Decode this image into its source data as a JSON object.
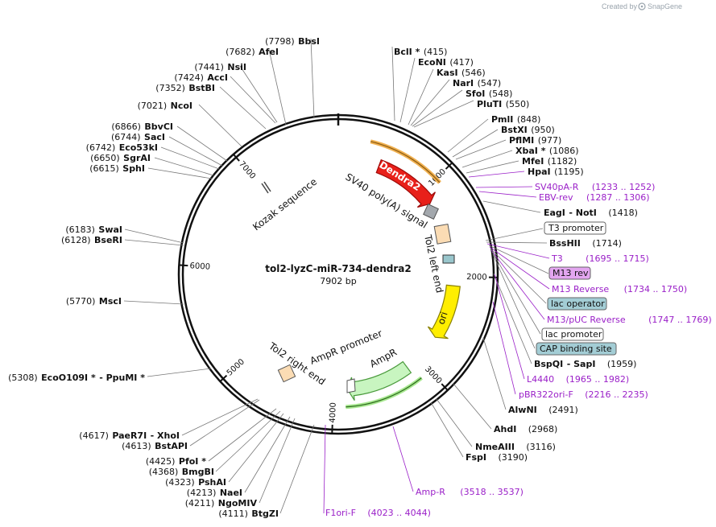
{
  "brand": {
    "created_by": "Created by",
    "name": "SnapGene"
  },
  "plasmid": {
    "name": "tol2-lyzC-miR-734-dendra2",
    "size_label": "7902 bp",
    "length": 7902
  },
  "ticks": [
    {
      "pos": 1000,
      "label": "1000"
    },
    {
      "pos": 2000,
      "label": "2000"
    },
    {
      "pos": 3000,
      "label": "3000"
    },
    {
      "pos": 4000,
      "label": "4000"
    },
    {
      "pos": 5000,
      "label": "5000"
    },
    {
      "pos": 6000,
      "label": "6000"
    },
    {
      "pos": 7000,
      "label": "7000"
    }
  ],
  "features": [
    {
      "name": "Dendra2",
      "start": 450,
      "end": 1150,
      "color": "#e8201a",
      "stroke": "#9e0a08"
    },
    {
      "name": "ori",
      "start": 2100,
      "end": 2700,
      "color": "#ffee00",
      "stroke": "#8a8100"
    },
    {
      "name": "AmpR",
      "start": 3150,
      "end": 3850,
      "color": "#c8f5c0",
      "stroke": "#4a9a3c"
    }
  ],
  "feature_labels": {
    "sv40": "SV40 poly(A) signal",
    "tol2_left": "Tol2 left end",
    "kozak": "Kozak sequence",
    "tol2_right": "Tol2 right end",
    "ampr_promoter": "AmpR promoter",
    "ampr": "AmpR",
    "ori": "ori",
    "dendra2": "Dendra2"
  },
  "right_labels": [
    {
      "name": "BclI *",
      "pos": "(415)",
      "type": "enzyme"
    },
    {
      "name": "EcoNI",
      "pos": "(417)",
      "type": "enzyme"
    },
    {
      "name": "KasI",
      "pos": "(546)",
      "type": "enzyme"
    },
    {
      "name": "NarI",
      "pos": "(547)",
      "type": "enzyme"
    },
    {
      "name": "SfoI",
      "pos": "(548)",
      "type": "enzyme"
    },
    {
      "name": "PluTI",
      "pos": "(550)",
      "type": "enzyme"
    },
    {
      "name": "PmlI",
      "pos": "(848)",
      "type": "enzyme"
    },
    {
      "name": "BstXI",
      "pos": "(950)",
      "type": "enzyme"
    },
    {
      "name": "PflMI",
      "pos": "(977)",
      "type": "enzyme"
    },
    {
      "name": "XbaI *",
      "pos": "(1086)",
      "type": "enzyme"
    },
    {
      "name": "MfeI",
      "pos": "(1182)",
      "type": "enzyme"
    },
    {
      "name": "HpaI",
      "pos": "(1195)",
      "type": "enzyme"
    },
    {
      "name": "SV40pA-R",
      "pos": "(1233 .. 1252)",
      "type": "primer"
    },
    {
      "name": "EBV-rev",
      "pos": "(1287 .. 1306)",
      "type": "primer"
    },
    {
      "name": "EagI",
      "extra": "- NotI",
      "pos": "(1418)",
      "type": "enzyme"
    },
    {
      "name": "T3 promoter",
      "pos": "",
      "type": "box-white"
    },
    {
      "name": "BssHII",
      "pos": "(1714)",
      "type": "enzyme"
    },
    {
      "name": "T3",
      "pos": "(1695 .. 1715)",
      "type": "primer"
    },
    {
      "name": "M13 rev",
      "pos": "",
      "type": "box-purple"
    },
    {
      "name": "M13 Reverse",
      "pos": "(1734 .. 1750)",
      "type": "primer"
    },
    {
      "name": "lac operator",
      "pos": "",
      "type": "box-teal"
    },
    {
      "name": "M13/pUC Reverse",
      "pos": "(1747 .. 1769)",
      "type": "primer"
    },
    {
      "name": "lac promoter",
      "pos": "",
      "type": "box-white"
    },
    {
      "name": "CAP binding site",
      "pos": "",
      "type": "box-teal"
    },
    {
      "name": "BspQI",
      "extra": "- SapI",
      "pos": "(1959)",
      "type": "enzyme"
    },
    {
      "name": "L4440",
      "pos": "(1965 .. 1982)",
      "type": "primer"
    },
    {
      "name": "pBR322ori-F",
      "pos": "(2216 .. 2235)",
      "type": "primer"
    },
    {
      "name": "AlwNI",
      "pos": "(2491)",
      "type": "enzyme"
    },
    {
      "name": "AhdI",
      "pos": "(2968)",
      "type": "enzyme"
    },
    {
      "name": "NmeAIII",
      "pos": "(3116)",
      "type": "enzyme"
    },
    {
      "name": "FspI",
      "pos": "(3190)",
      "type": "enzyme"
    },
    {
      "name": "Amp-R",
      "pos": "(3518 .. 3537)",
      "type": "primer"
    },
    {
      "name": "F1ori-F",
      "pos": "(4023 .. 4044)",
      "type": "primer"
    }
  ],
  "left_labels": [
    {
      "name": "BbsI",
      "pos": "(7798)"
    },
    {
      "name": "AfeI",
      "pos": "(7682)"
    },
    {
      "name": "NsiI",
      "pos": "(7441)"
    },
    {
      "name": "AccI",
      "pos": "(7424)"
    },
    {
      "name": "BstBI",
      "pos": "(7352)"
    },
    {
      "name": "NcoI",
      "pos": "(7021)"
    },
    {
      "name": "BbvCI",
      "pos": "(6866)"
    },
    {
      "name": "SacI",
      "pos": "(6744)"
    },
    {
      "name": "Eco53kI",
      "pos": "(6742)"
    },
    {
      "name": "SgrAI",
      "pos": "(6650)"
    },
    {
      "name": "SphI",
      "pos": "(6615)"
    },
    {
      "name": "SwaI",
      "pos": "(6183)"
    },
    {
      "name": "BseRI",
      "pos": "(6128)"
    },
    {
      "name": "MscI",
      "pos": "(5770)"
    },
    {
      "name": "EcoO109I *",
      "extra": "- PpuMI *",
      "pos": "(5308)"
    },
    {
      "name": "PaeR7I",
      "extra": "- XhoI",
      "pos": "(4617)"
    },
    {
      "name": "BstAPI",
      "pos": "(4613)"
    },
    {
      "name": "PfoI *",
      "pos": "(4425)"
    },
    {
      "name": "BmgBI",
      "pos": "(4368)"
    },
    {
      "name": "PshAI",
      "pos": "(4323)"
    },
    {
      "name": "NaeI",
      "pos": "(4213)"
    },
    {
      "name": "NgoMIV",
      "pos": "(4211)"
    },
    {
      "name": "BtgZI",
      "pos": "(4111)"
    }
  ]
}
